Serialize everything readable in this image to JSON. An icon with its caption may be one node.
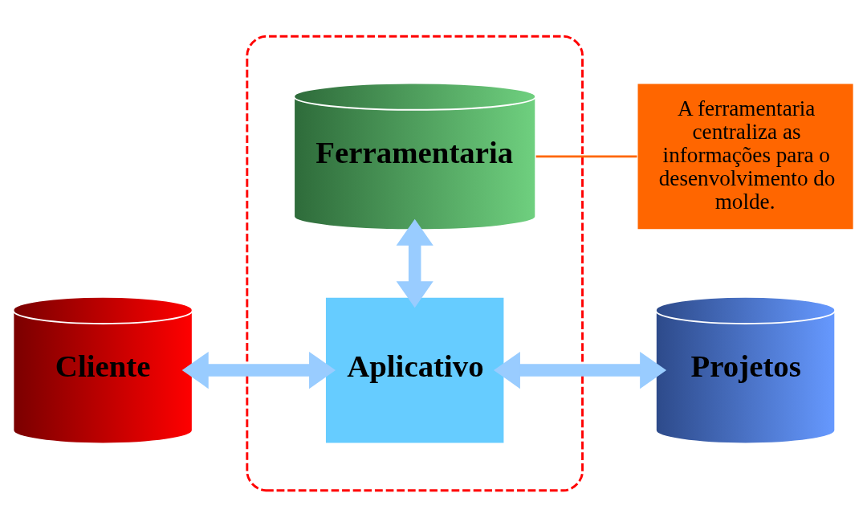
{
  "diagram": {
    "nodes": [
      {
        "text": [
          "Cliente"
        ]
      },
      {
        "text": [],
        "shape": "ellipse"
      },
      {
        "text": [
          "Aplicativo"
        ],
        "in": 1
      },
      {
        "text": [
          "Ferramentaria"
        ],
        "in": 1
      },
      {
        "text": [
          "Projetos"
        ]
      },
      {
        "text": [
          "A ferramentaria centraliza as informações para o desenvolvimento do molde."
        ]
      }
    ],
    "edges": [
      {
        "from": 0,
        "to": 2,
        "arrow": "both"
      },
      {
        "from": 2,
        "to": 4,
        "arrow": "both"
      },
      {
        "from": 2,
        "to": 3,
        "arrow": "both"
      },
      {
        "from": 5,
        "to": 3,
        "arrow": "none",
        "color": "#ff6600"
      }
    ]
  }
}
